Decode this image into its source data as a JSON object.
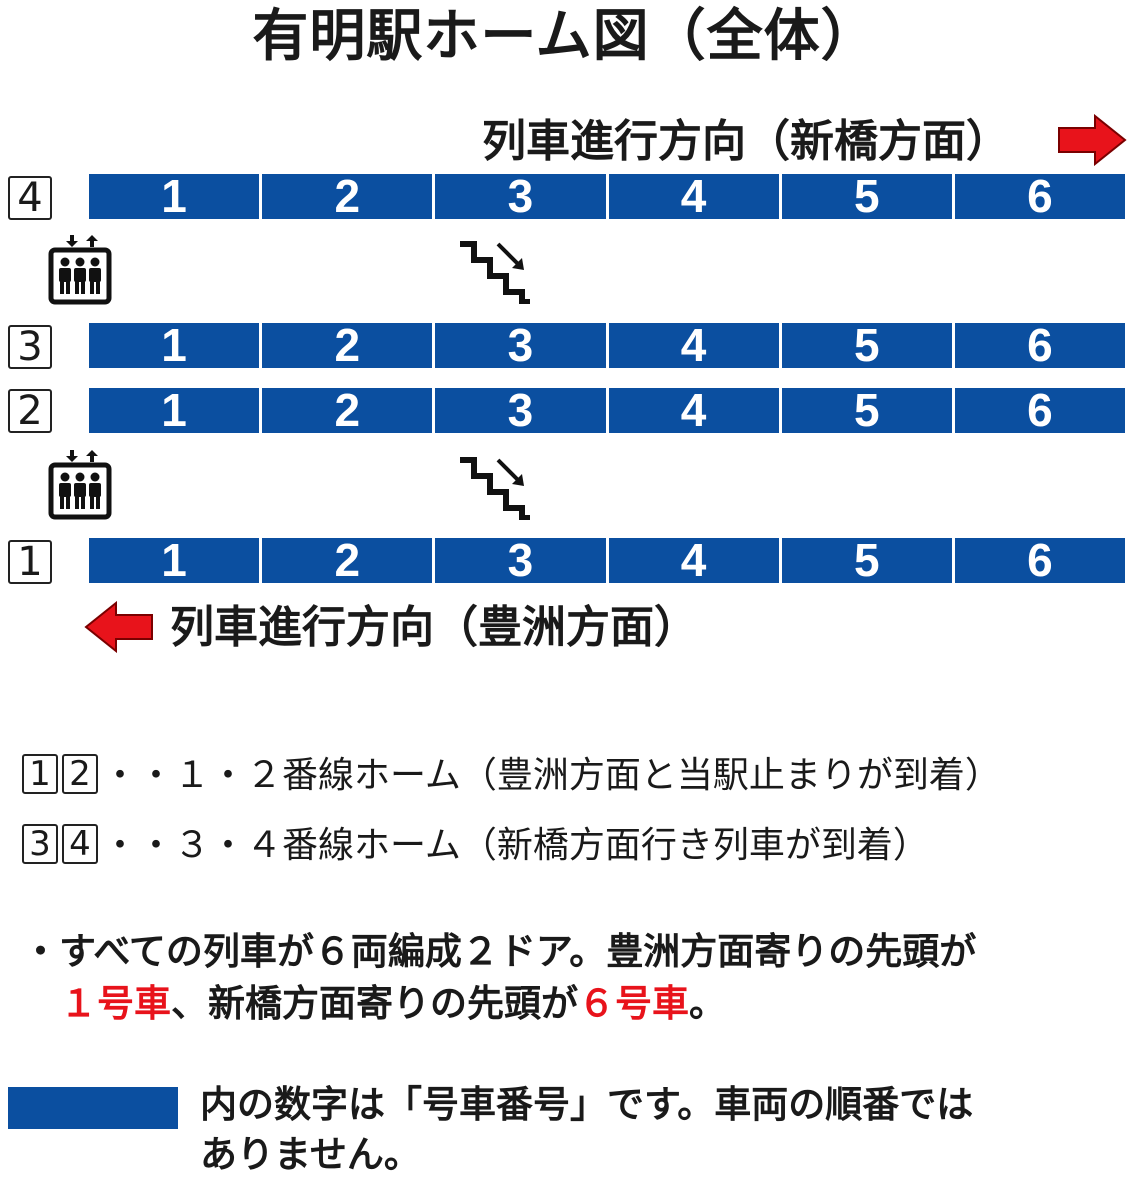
{
  "title": "有明駅ホーム図（全体）",
  "direction_right": "列車進行方向（新橋方面）",
  "direction_left": "列車進行方向（豊洲方面）",
  "arrow_color": "#e8131b",
  "car_color": "#0b4fa0",
  "tracks": [
    {
      "label": "4",
      "cars": [
        "1",
        "2",
        "3",
        "4",
        "5",
        "6"
      ]
    },
    {
      "label": "3",
      "cars": [
        "1",
        "2",
        "3",
        "4",
        "5",
        "6"
      ]
    },
    {
      "label": "2",
      "cars": [
        "1",
        "2",
        "3",
        "4",
        "5",
        "6"
      ]
    },
    {
      "label": "1",
      "cars": [
        "1",
        "2",
        "3",
        "4",
        "5",
        "6"
      ]
    }
  ],
  "icons": {
    "elevator": "elevator-icon",
    "stairs": "stairs-down-icon",
    "arrow_right": "right-arrow-icon",
    "arrow_left": "left-arrow-icon"
  },
  "notes": [
    {
      "boxes": [
        "1",
        "2"
      ],
      "text": "・・１・２番線ホーム（豊洲方面と当駅止まりが到着）"
    },
    {
      "boxes": [
        "3",
        "4"
      ],
      "text": "・・３・４番線ホーム（新橋方面行き列車が到着）"
    }
  ],
  "info": {
    "line1": "・すべての列車が６両編成２ドア。豊洲方面寄りの先頭が",
    "line2_car_start": "１号車",
    "line2_mid": "、新橋方面寄りの先頭が",
    "line2_car_end": "６号車",
    "line2_end": "。"
  },
  "legend": {
    "line1": "内の数字は「号車番号」です。車両の順番では",
    "line2": "ありません。"
  }
}
